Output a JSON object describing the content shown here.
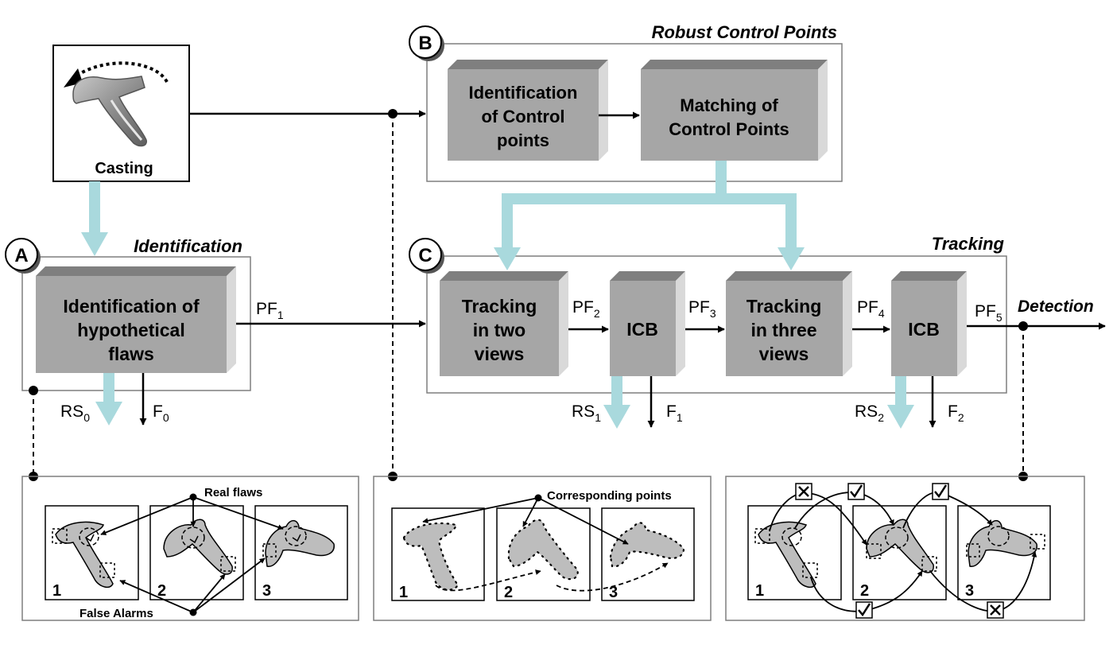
{
  "colors": {
    "block_front": "#a6a6a6",
    "block_top": "#7f7f7f",
    "block_side": "#d9d9d9",
    "cyan_arrow": "#a9d9dd",
    "frame": "#7f7f7f",
    "flaw_shape": "#bdbdbd"
  },
  "icons": [
    "rotate-arrow-icon",
    "t-casting-icon",
    "check-mark-icon",
    "cross-mark-icon"
  ],
  "input": {
    "casting_label": "Casting"
  },
  "sections": {
    "A": {
      "letter": "A",
      "title": "Identification"
    },
    "B": {
      "letter": "B",
      "title": "Robust Control Points"
    },
    "C": {
      "letter": "C",
      "title": "Tracking"
    }
  },
  "blocks": {
    "identification": [
      "Identification of",
      "hypothetical",
      "flaws"
    ],
    "control_points": [
      "Identification",
      "of Control",
      "points"
    ],
    "matching": [
      "Matching of",
      "Control Points"
    ],
    "tracking_two": [
      "Tracking",
      "in two",
      "views"
    ],
    "icb1": [
      "ICB"
    ],
    "tracking_three": [
      "Tracking",
      "in three",
      "views"
    ],
    "icb2": [
      "ICB"
    ]
  },
  "signals": {
    "pf1": {
      "main": "PF",
      "sub": "1"
    },
    "pf2": {
      "main": "PF",
      "sub": "2"
    },
    "pf3": {
      "main": "PF",
      "sub": "3"
    },
    "pf4": {
      "main": "PF",
      "sub": "4"
    },
    "pf5": {
      "main": "PF",
      "sub": "5"
    },
    "rs0": {
      "main": "RS",
      "sub": "0"
    },
    "f0": {
      "main": "F",
      "sub": "0"
    },
    "rs1": {
      "main": "RS",
      "sub": "1"
    },
    "f1": {
      "main": "F",
      "sub": "1"
    },
    "rs2": {
      "main": "RS",
      "sub": "2"
    },
    "f2": {
      "main": "F",
      "sub": "2"
    }
  },
  "output": {
    "detection_label": "Detection"
  },
  "panels": {
    "flaws": {
      "real_label": "Real flaws",
      "false_label": "False Alarms",
      "views": [
        "1",
        "2",
        "3"
      ]
    },
    "points": {
      "label": "Corresponding points",
      "views": [
        "1",
        "2",
        "3"
      ]
    },
    "detection": {
      "views": [
        "1",
        "2",
        "3"
      ]
    }
  }
}
